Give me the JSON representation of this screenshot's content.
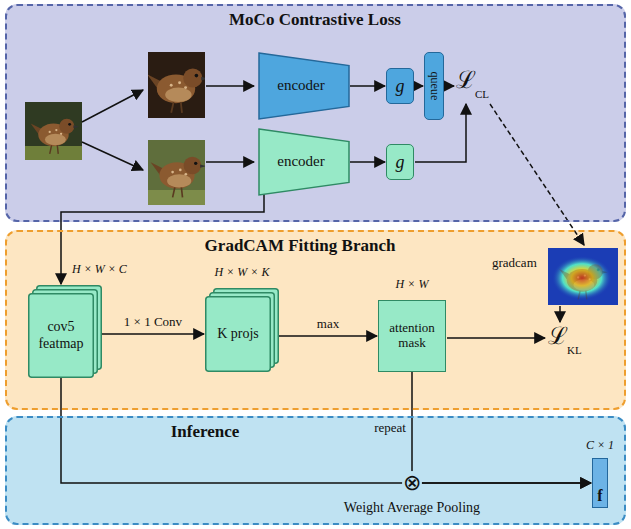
{
  "diagram": {
    "nodes": [
      {
        "text": [
          "MoCo Contrastive Loss"
        ]
      },
      {
        "text": [
          "encoder"
        ],
        "in": 0
      },
      {
        "text": [
          "g"
        ],
        "in": 0
      },
      {
        "text": [
          "queue"
        ],
        "in": 0
      },
      {
        "text": [
          "encoder"
        ],
        "in": 0
      },
      {
        "text": [
          "g"
        ],
        "in": 0
      },
      {
        "text": [
          "GradCAM Fitting Branch"
        ]
      },
      {
        "text": [
          "cov5 featmap"
        ],
        "in": 6
      },
      {
        "text": [
          "K projs"
        ],
        "in": 6
      },
      {
        "text": [
          "attention mask"
        ],
        "in": 6
      },
      {
        "text": [
          "Inference"
        ]
      },
      {
        "text": [
          "f"
        ],
        "in": 10
      }
    ],
    "edges": [
      {
        "from": 1,
        "to": 2,
        "arrow": "to"
      },
      {
        "from": 2,
        "to": 3,
        "arrow": "to"
      },
      {
        "from": 4,
        "to": 5,
        "arrow": "to"
      },
      {
        "from": 4,
        "to": 7,
        "arrow": "to"
      },
      {
        "from": 7,
        "to": 8,
        "label": "1 × 1 Conv",
        "arrow": "to"
      },
      {
        "from": 8,
        "to": 9,
        "label": "max",
        "arrow": "to"
      },
      {
        "from": 7,
        "to": 11,
        "arrow": "to"
      },
      {
        "from": 9,
        "to": 11,
        "label": "repeat",
        "arrow": "to"
      }
    ],
    "labels": [
      "ℒ",
      "CL",
      "H × W × C",
      "H × W × K",
      "H × W",
      "gradcam",
      "ℒ",
      "KL",
      "⊗",
      "Weight Average Pooling",
      "C × 1"
    ]
  }
}
